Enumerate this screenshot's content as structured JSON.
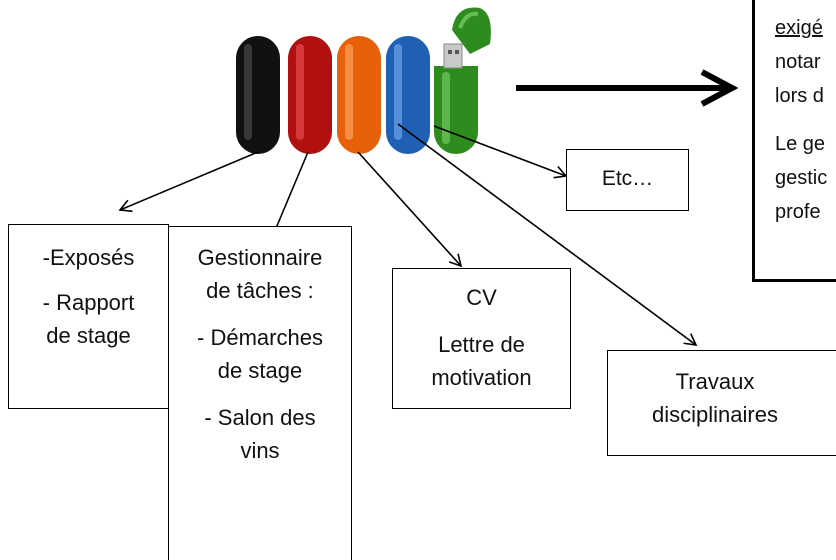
{
  "nodes": {
    "expo": {
      "line1": "-Exposés",
      "line2": "- Rapport",
      "line3": "de stage"
    },
    "gest": {
      "line1": "Gestionnaire",
      "line2": "de tâches :",
      "line3": "- Démarches",
      "line4": "de stage",
      "line5": "- Salon des",
      "line6": "vins"
    },
    "cv": {
      "line1": "CV",
      "line2": "Lettre de",
      "line3": "motivation"
    },
    "travaux": {
      "line1": "Travaux",
      "line2": "disciplinaires"
    },
    "etc": {
      "label": "Etc…"
    }
  },
  "note": {
    "line1": "exigé",
    "line2": "notar",
    "line3": "lors d",
    "line4": "Le ge",
    "line5": "gestic",
    "line6": "profe"
  },
  "usb_colors": [
    "#111111",
    "#b01010",
    "#e8600a",
    "#1f5fb4",
    "#2e8b1e"
  ]
}
